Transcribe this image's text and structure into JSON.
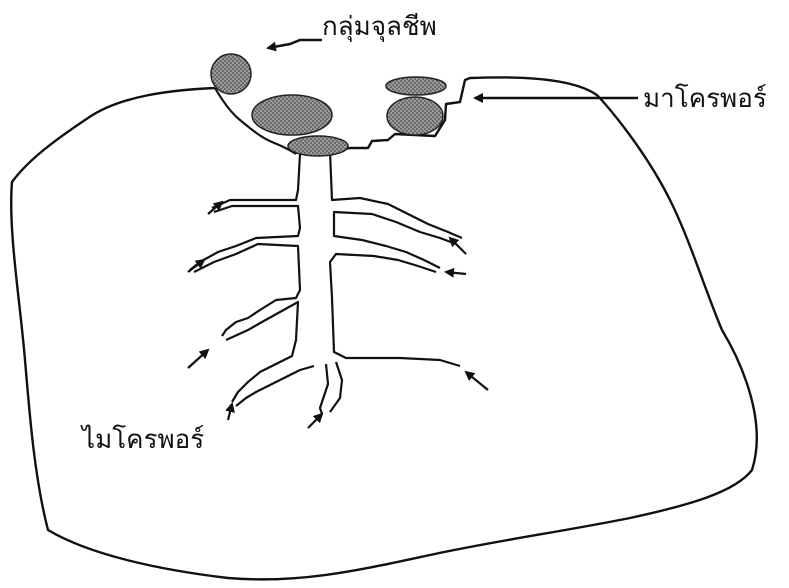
{
  "labels": {
    "microbial_group": "กลุ่มจุลชีพ",
    "macropore": "มาโครพอร์",
    "micropore": "ไมโครพอร์"
  },
  "colors": {
    "ink": "#111111",
    "background": "#ffffff",
    "aggregate_fill": "#8a8a8a"
  }
}
